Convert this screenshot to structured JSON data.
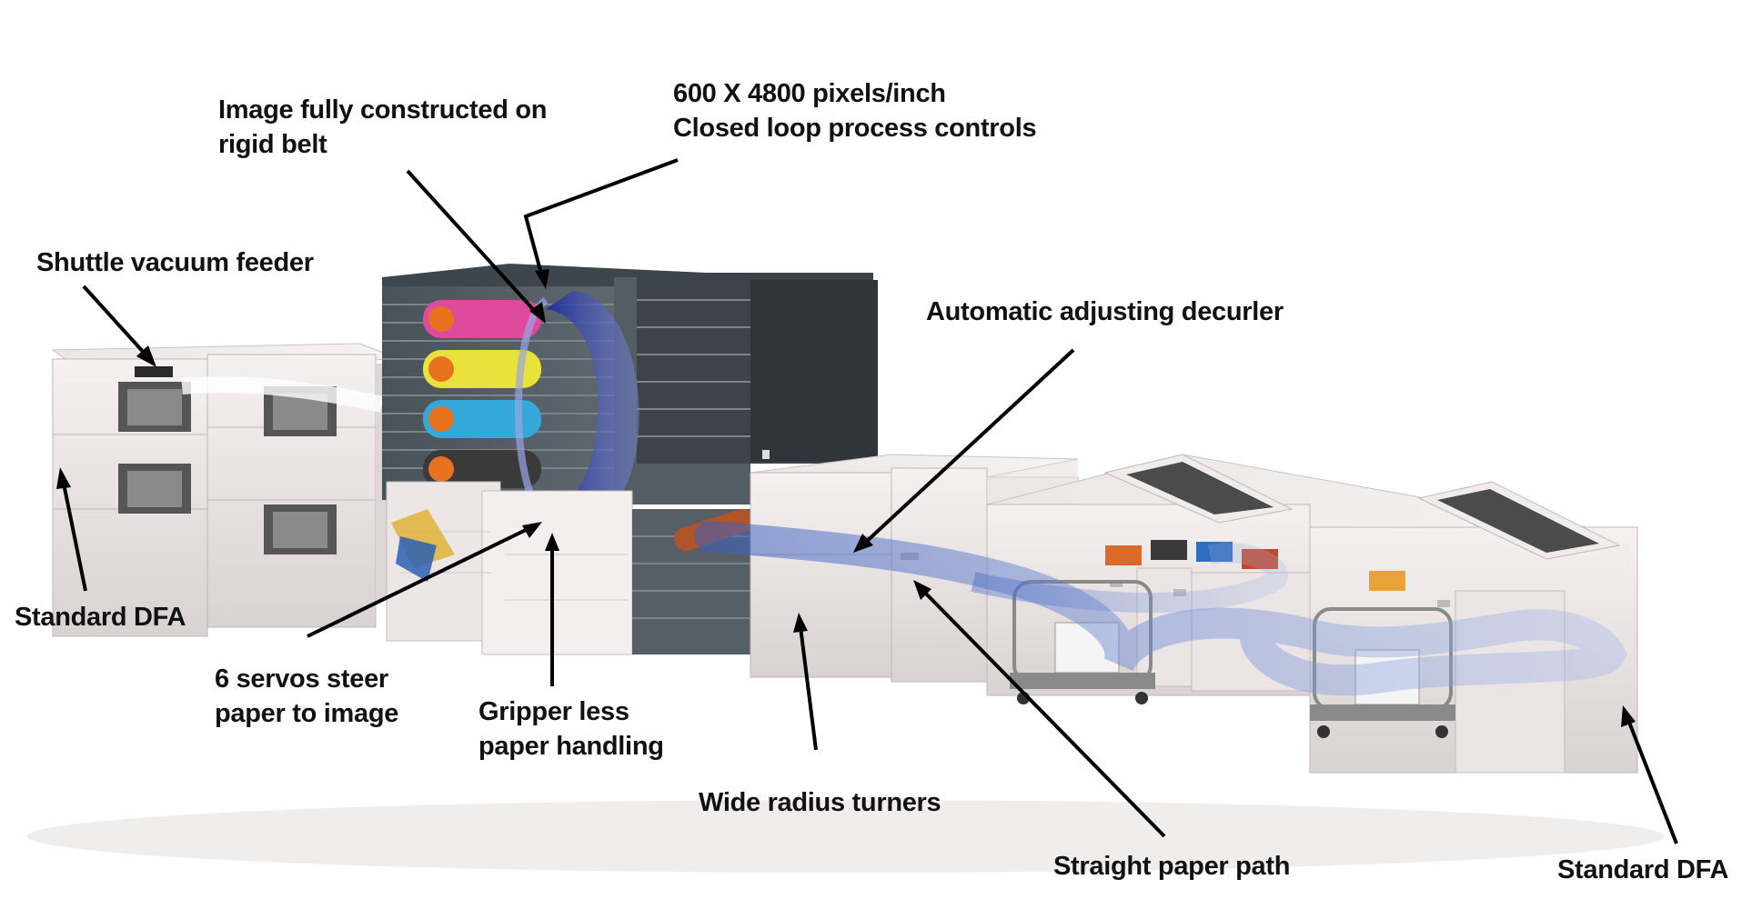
{
  "callouts": {
    "image_belt": [
      "Image fully constructed on",
      "rigid belt"
    ],
    "resolution": [
      "600 X 4800 pixels/inch",
      "Closed loop process controls"
    ],
    "feeder": "Shuttle vacuum feeder",
    "decurler": "Automatic adjusting decurler",
    "dfa_left": "Standard DFA",
    "servos": [
      "6 servos steer",
      "paper to image"
    ],
    "gripper": [
      "Gripper less",
      "paper handling"
    ],
    "turners": "Wide radius turners",
    "paper_path": "Straight paper path",
    "dfa_right": "Standard DFA"
  },
  "colors": {
    "toner": [
      "#e04a9c",
      "#e8e23a",
      "#34a8d8",
      "#3a3a3a"
    ],
    "belt": "#2a3fb0",
    "paper_path": "#6a8fd0"
  }
}
